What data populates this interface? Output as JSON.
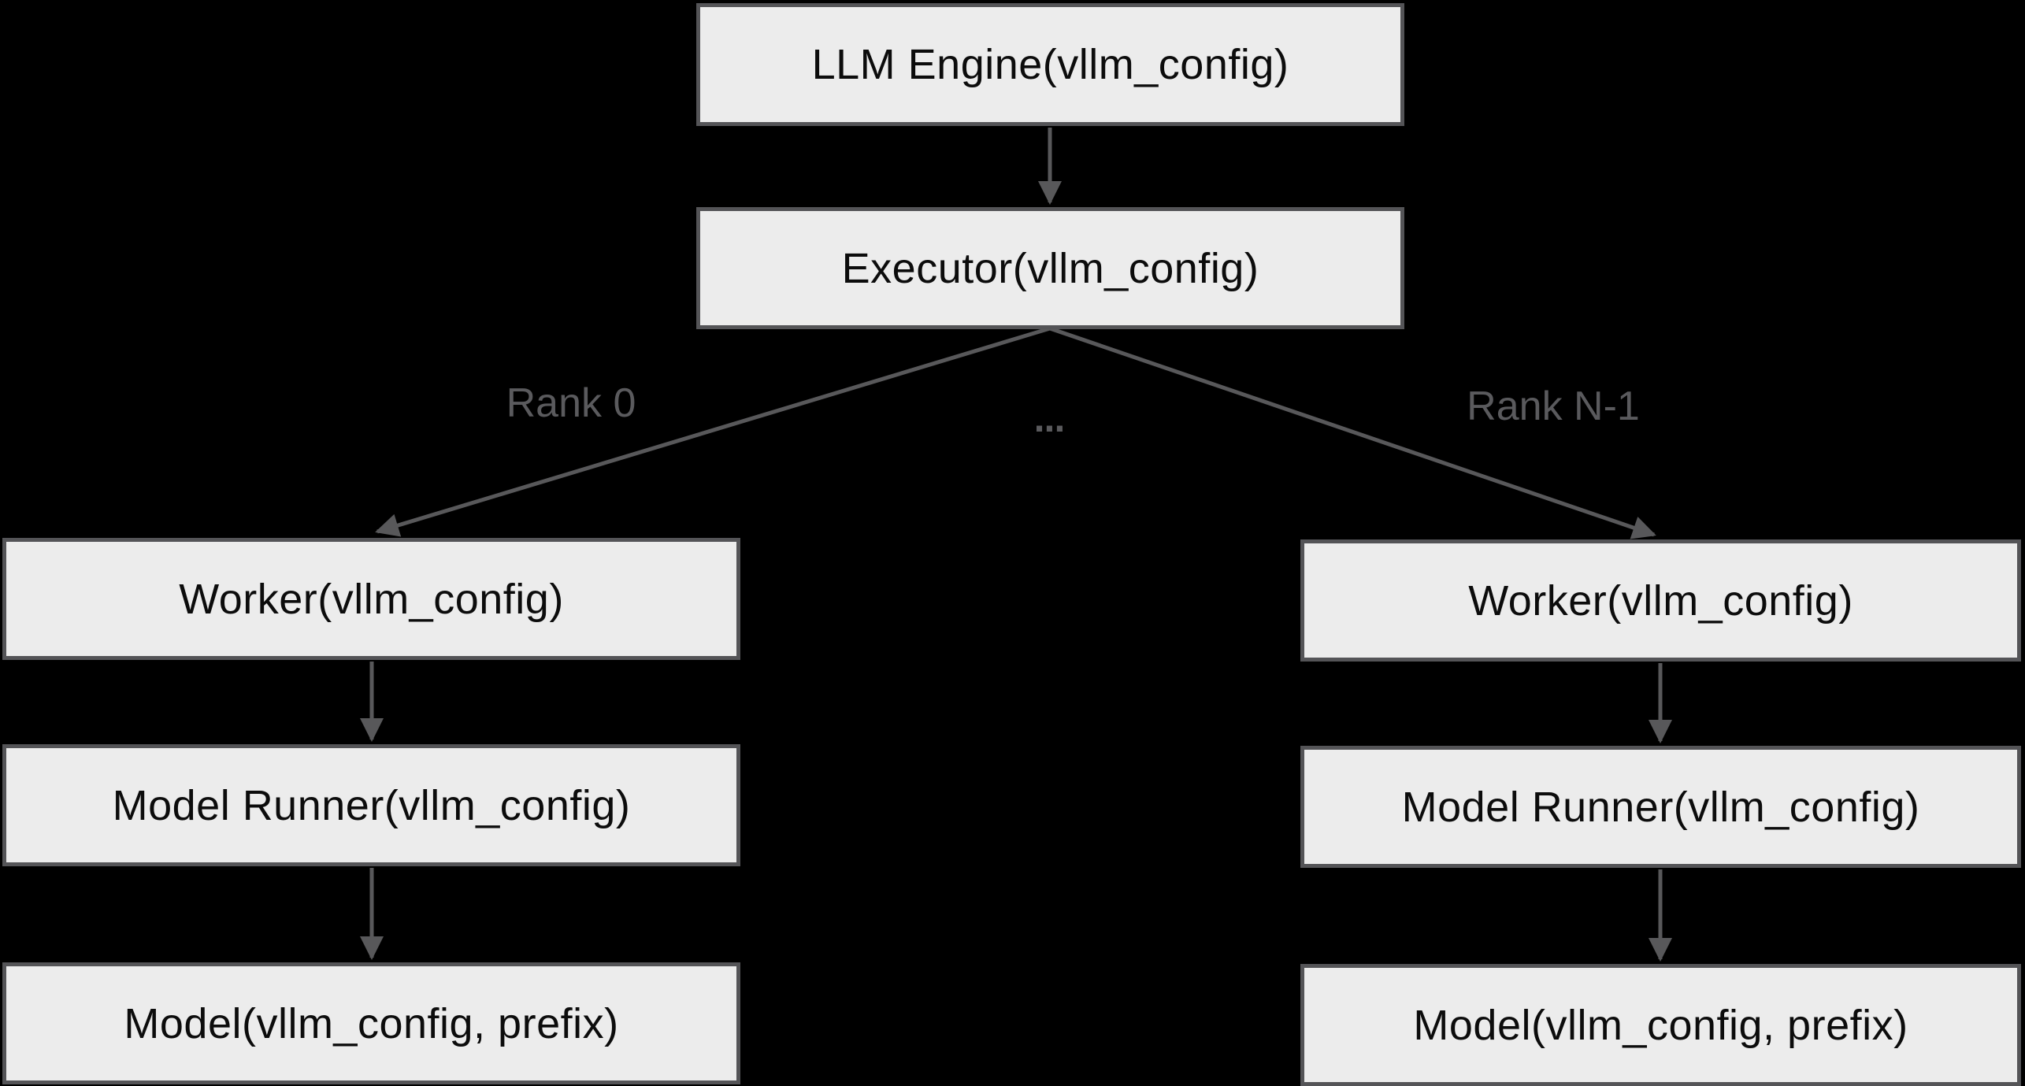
{
  "colors": {
    "background": "#000000",
    "node_fill": "#ececec",
    "node_border": "#545457",
    "node_text": "#0c0c0c",
    "edge": "#58585a",
    "edge_label_text": "#5a5a5d"
  },
  "diagram": {
    "nodes": [
      {
        "id": "llm-engine",
        "label": "LLM Engine(vllm_config)"
      },
      {
        "id": "executor",
        "label": "Executor(vllm_config)"
      },
      {
        "id": "worker-left",
        "label": "Worker(vllm_config)"
      },
      {
        "id": "model-runner-left",
        "label": "Model Runner(vllm_config)"
      },
      {
        "id": "model-left",
        "label": "Model(vllm_config, prefix)"
      },
      {
        "id": "worker-right",
        "label": "Worker(vllm_config)"
      },
      {
        "id": "model-runner-right",
        "label": "Model Runner(vllm_config)"
      },
      {
        "id": "model-right",
        "label": "Model(vllm_config, prefix)"
      }
    ],
    "edge_labels": [
      {
        "id": "rank-0",
        "text": "Rank 0"
      },
      {
        "id": "ellipsis",
        "text": "..."
      },
      {
        "id": "rank-n-1",
        "text": "Rank N-1"
      }
    ]
  }
}
